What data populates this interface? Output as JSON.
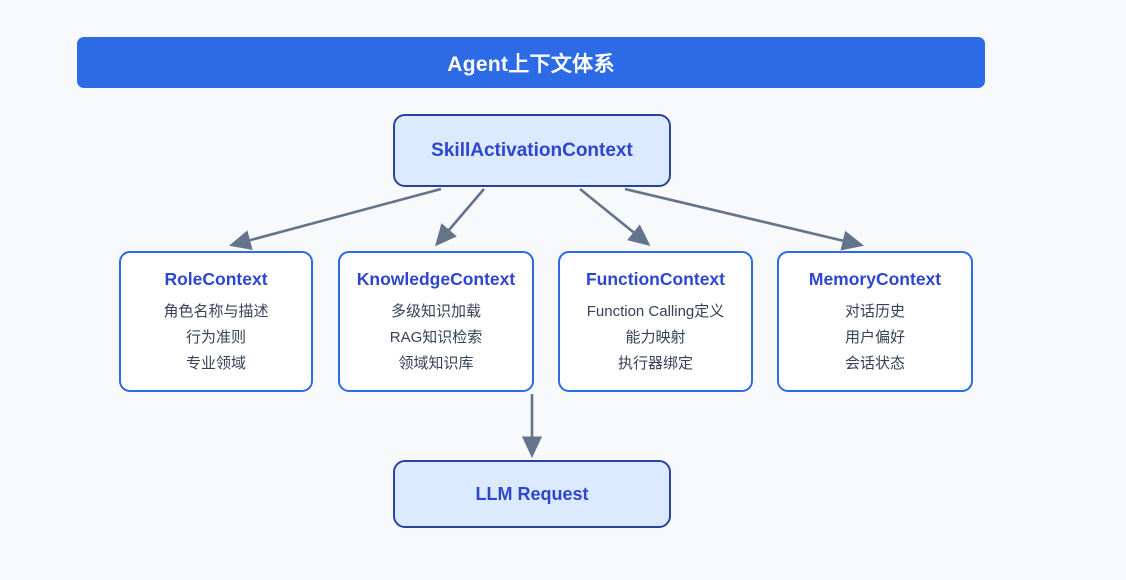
{
  "colors": {
    "background": "#f8f9fa",
    "banner_bg": "#2c6ae6",
    "banner_text": "#ffffff",
    "node_fill": "#dbeafe",
    "node_border": "#27439e",
    "card_fill": "#ffffff",
    "card_border": "#2c6ae6",
    "title_text": "#2e46cf",
    "body_text": "#36415a",
    "arrow": "#64748b"
  },
  "banner": {
    "title": "Agent上下文体系"
  },
  "root": {
    "title": "SkillActivationContext"
  },
  "cards": [
    {
      "title": "RoleContext",
      "items": [
        "角色名称与描述",
        "行为准则",
        "专业领域"
      ]
    },
    {
      "title": "KnowledgeContext",
      "items": [
        "多级知识加载",
        "RAG知识检索",
        "领域知识库"
      ]
    },
    {
      "title": "FunctionContext",
      "items": [
        "Function Calling定义",
        "能力映射",
        "执行器绑定"
      ]
    },
    {
      "title": "MemoryContext",
      "items": [
        "对话历史",
        "用户偏好",
        "会话状态"
      ]
    }
  ],
  "leaf": {
    "title": "LLM Request"
  }
}
